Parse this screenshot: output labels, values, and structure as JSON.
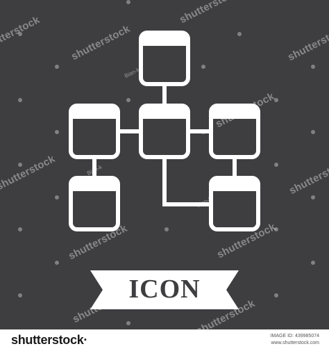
{
  "image": {
    "background_color": "#3e3e40",
    "foreground_color": "#ffffff",
    "ribbon_label": "ICON",
    "icon_name": "database-relationship-diagram-icon"
  },
  "watermarks": {
    "brand": "shutterstock",
    "author": "Bian-k"
  },
  "footer": {
    "brand": "shutterstock·",
    "image_id": "IMAGE ID: 439985074",
    "site": "www.shutterstock.com"
  }
}
